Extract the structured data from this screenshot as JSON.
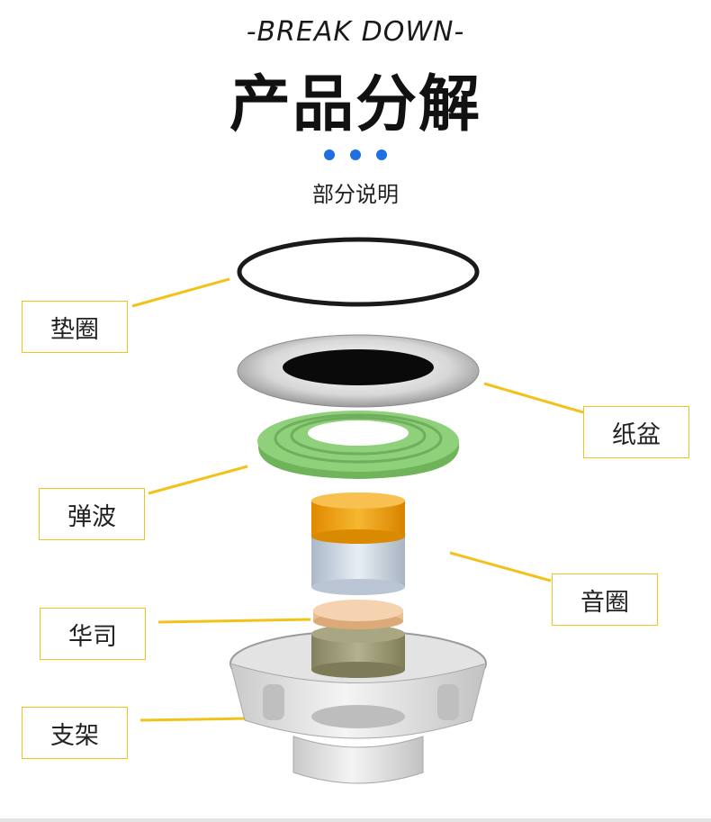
{
  "header": {
    "subtitle_en": "-BREAK DOWN-",
    "title_cn": "产品分解",
    "section_label": "部分说明"
  },
  "labels": {
    "gasket": "垫圈",
    "cone": "纸盆",
    "spider": "弹波",
    "voice_coil": "音圈",
    "washer": "华司",
    "frame": "支架"
  },
  "colors": {
    "accent_blue": "#1f6fe0",
    "label_border": "#f3c21a",
    "leader_line": "#f3c21a",
    "spider_green": "#8fd07a",
    "coil_gold": "#f0a516",
    "washer_tan": "#f6d3b0",
    "magnet_olive": "#9d9b78"
  }
}
